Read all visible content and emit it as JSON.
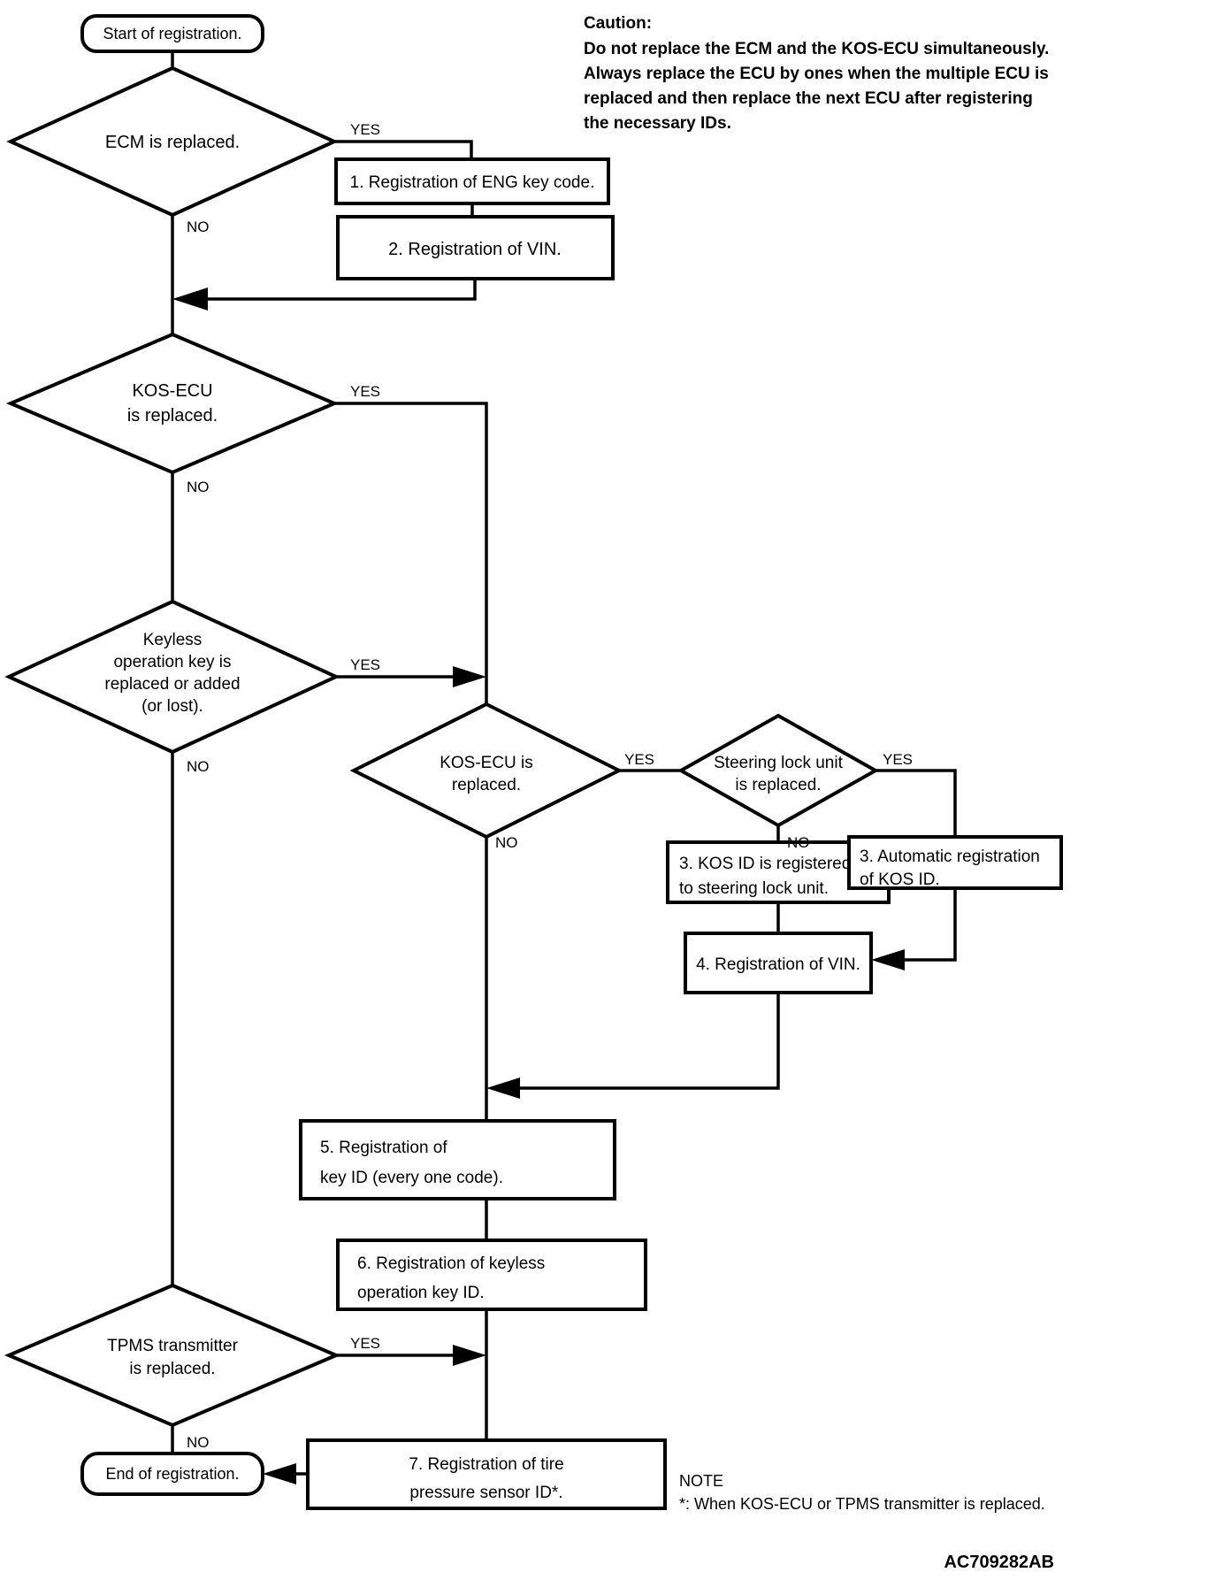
{
  "caution": {
    "title": "Caution:",
    "lines": [
      "Do not replace the ECM and the KOS-ECU simultaneously.",
      "Always replace the ECU by ones when the multiple ECU is",
      "replaced and then replace the next ECU after registering",
      "the necessary IDs."
    ]
  },
  "labels": {
    "yes": "YES",
    "no": "NO"
  },
  "nodes": {
    "start": "Start of registration.",
    "ecm_decision": "ECM is replaced.",
    "step1": "1. Registration of ENG key code.",
    "step2": "2. Registration of VIN.",
    "kos_decision": [
      "KOS-ECU",
      "is replaced."
    ],
    "keyless_decision": [
      "Keyless",
      "operation key is",
      "replaced or added",
      "(or lost)."
    ],
    "kos2_decision": [
      "KOS-ECU is",
      "replaced."
    ],
    "steering_decision": [
      "Steering lock unit",
      "is replaced."
    ],
    "step3_registered": [
      "3. KOS ID is registered",
      "to steering lock unit."
    ],
    "step3_automatic": [
      "3. Automatic registration",
      "of KOS ID."
    ],
    "step4": "4. Registration of VIN.",
    "step5": [
      "5. Registration of",
      "key ID (every one code)."
    ],
    "step6": [
      "6. Registration of keyless",
      "operation key ID."
    ],
    "tpms_decision": [
      "TPMS transmitter",
      "is replaced."
    ],
    "step7": [
      "7. Registration of tire",
      "pressure sensor ID*."
    ],
    "end": "End of registration."
  },
  "note": {
    "title": "NOTE",
    "text": "*: When KOS-ECU or TPMS transmitter is replaced."
  },
  "figure_code": "AC709282AB"
}
